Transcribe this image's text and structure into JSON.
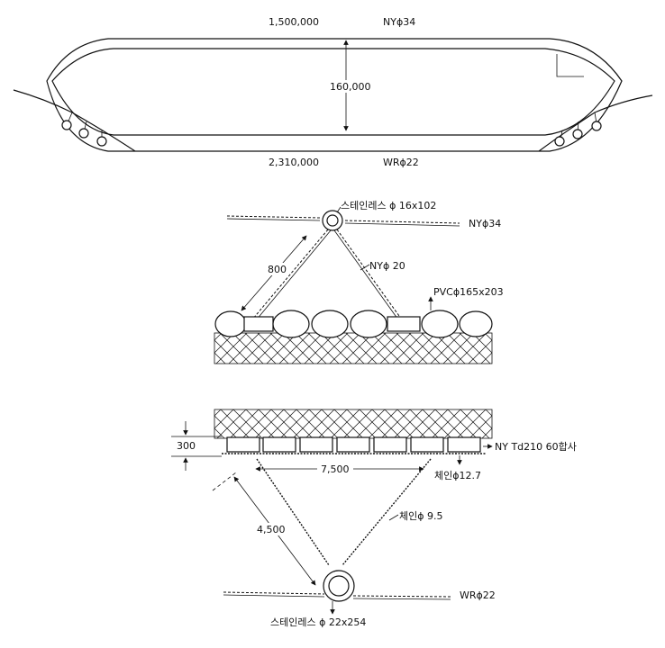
{
  "top_view": {
    "top_length": "1,500,000",
    "top_rope": "NYϕ34",
    "height": "160,000",
    "bottom_length": "2,310,000",
    "bottom_rope": "WRϕ22"
  },
  "upper_detail": {
    "ring": "스테인레스 ϕ 16x102",
    "main_rope": "NYϕ34",
    "length": "800",
    "branch_rope": "NYϕ 20",
    "float": "PVCϕ165x203"
  },
  "lower_detail": {
    "height": "300",
    "net": "NY Td210 60합사",
    "span": "7,500",
    "chain_main": "체인ϕ12.7",
    "chain_branch": "체인ϕ 9.5",
    "length": "4,500",
    "bottom_rope": "WRϕ22",
    "ring": "스테인레스 ϕ 22x254"
  }
}
